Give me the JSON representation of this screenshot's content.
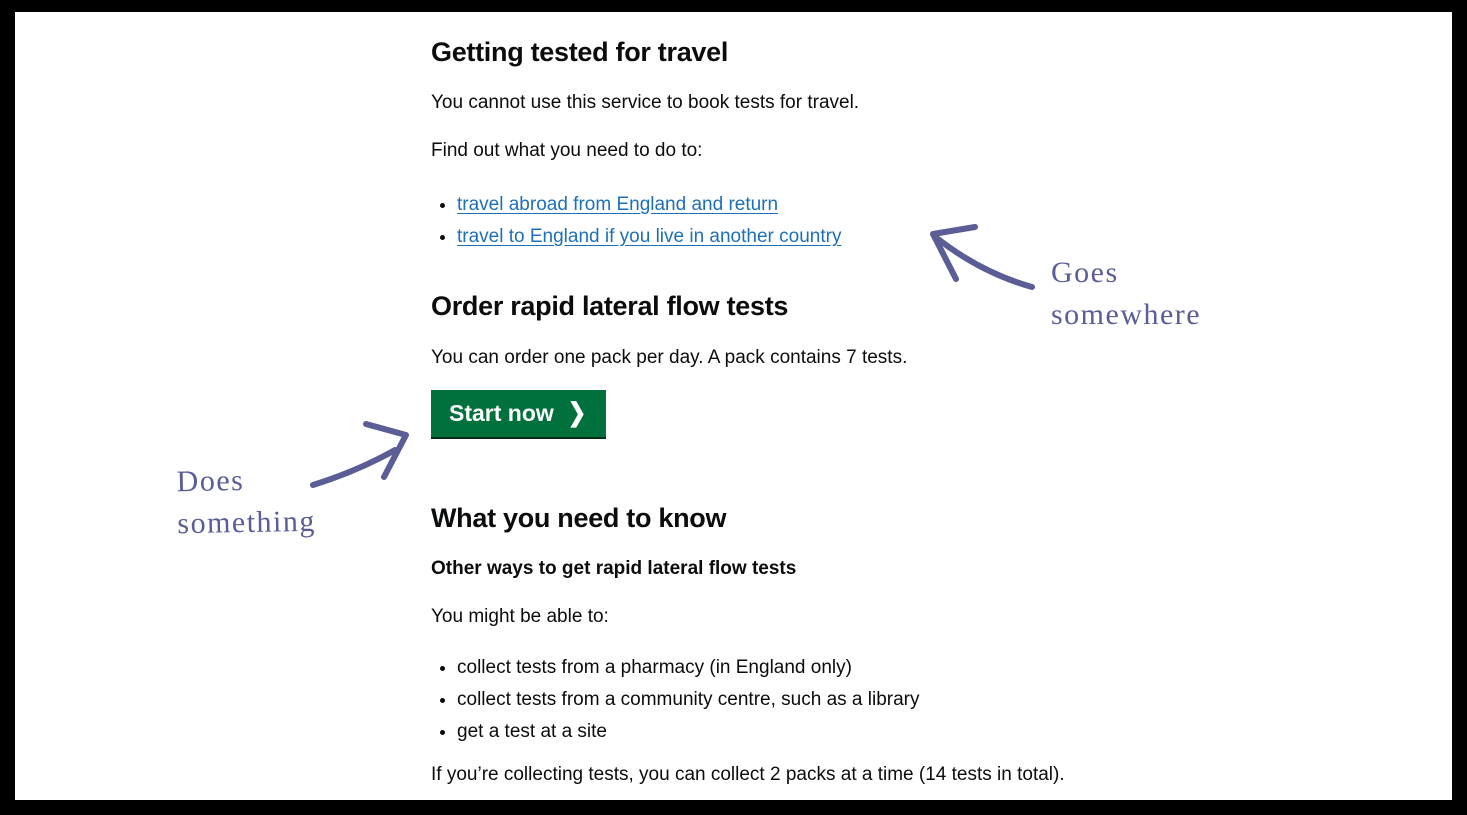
{
  "window": {
    "frame_color": "#000000",
    "page_background": "#ffffff"
  },
  "theme": {
    "text_color": "#0b0c0c",
    "link_color": "#1d70b8",
    "button_green": "#00703c",
    "button_shadow": "#002d18",
    "annotation_purple": "#5a5d96"
  },
  "content": {
    "travel": {
      "heading": "Getting tested for travel",
      "para1": "You cannot use this service to book tests for travel.",
      "para2": "Find out what you need to do to:",
      "links": [
        {
          "label": "travel abroad from England and return"
        },
        {
          "label": "travel to England if you live in another country"
        }
      ]
    },
    "order": {
      "heading": "Order rapid lateral flow tests",
      "para": "You can order one pack per day. A pack contains 7 tests.",
      "start_button": {
        "label": "Start now",
        "chevron_icon": "❯"
      }
    },
    "know": {
      "heading": "What you need to know",
      "subheading": "Other ways to get rapid lateral flow tests",
      "para": "You might be able to:",
      "bullets": [
        "collect tests from a pharmacy (in England only)",
        "collect tests from a community centre, such as a library",
        "get a test at a site"
      ],
      "closing": "If you’re collecting tests, you can collect 2 packs at a time (14 tests in total)."
    }
  },
  "annotations": {
    "goes_somewhere": {
      "line1": "Goes",
      "line2": "somewhere"
    },
    "does_something": {
      "line1": "Does",
      "line2": "something"
    }
  }
}
